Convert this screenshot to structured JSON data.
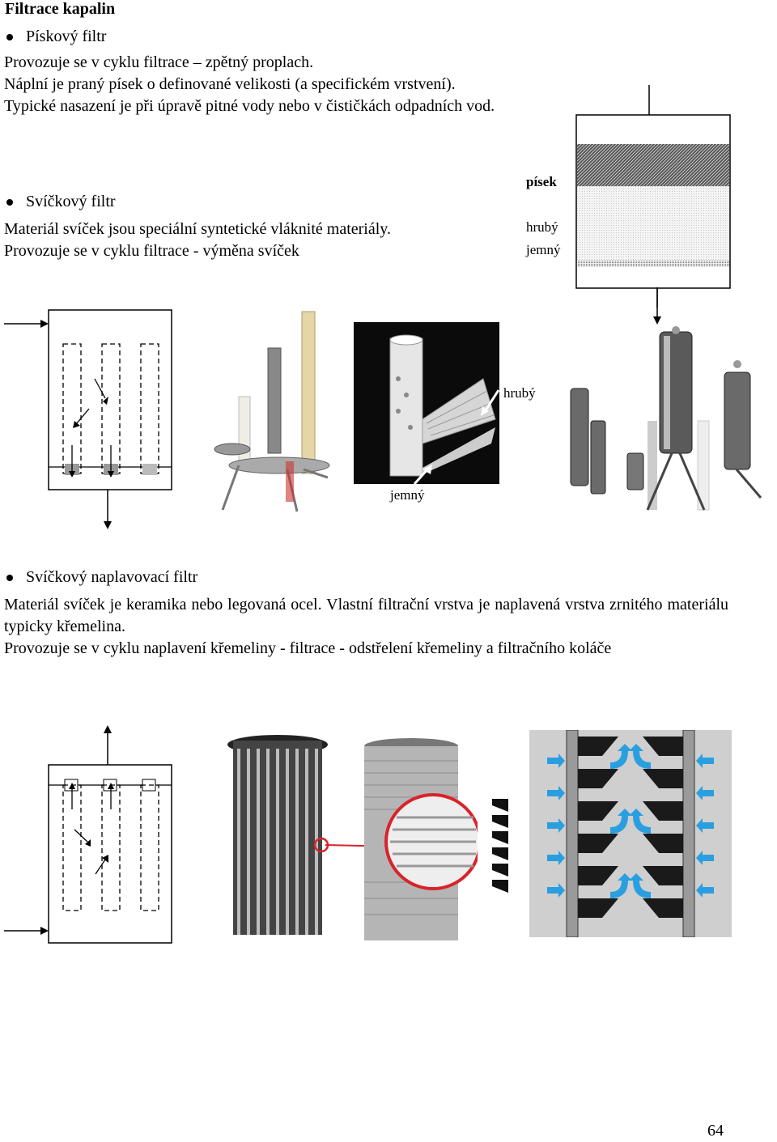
{
  "heading": "Filtrace kapalin",
  "sand": {
    "bullet": "Pískový filtr",
    "lines": [
      "Provozuje se v cyklu filtrace – zpětný proplach.",
      "Náplní je praný písek o definované velikosti (a specifickém vrstvení).",
      "Typické nasazení je při úpravě pitné vody nebo v čističkách odpadních vod."
    ],
    "diagram": {
      "label_sand": "písek",
      "label_coarse": "hrubý",
      "label_fine": "jemný"
    }
  },
  "candle": {
    "bullet": "Svíčkový filtr",
    "lines": [
      "Materiál svíček jsou speciální syntetické vláknité materiály.",
      "Provozuje se v cyklu filtrace - výměna svíček"
    ],
    "photo": {
      "label_coarse": "hrubý",
      "label_fine": "jemný"
    }
  },
  "precoat": {
    "bullet": "Svíčkový naplavovací filtr",
    "lines": [
      "Materiál svíček je keramika nebo legovaná ocel. Vlastní filtrační vrstva je naplavená vrstva zrnitého materiálu typicky křemelina.",
      "Provozuje se v cyklu naplavení křemeliny - filtrace - odstřelení křemeliny a filtračního koláče"
    ]
  },
  "page_number": "64",
  "colors": {
    "text": "#000000",
    "blue_arrow": "#2a9fe0",
    "red_circle": "#d8232a",
    "dark_fill": "#3a3a3a"
  }
}
